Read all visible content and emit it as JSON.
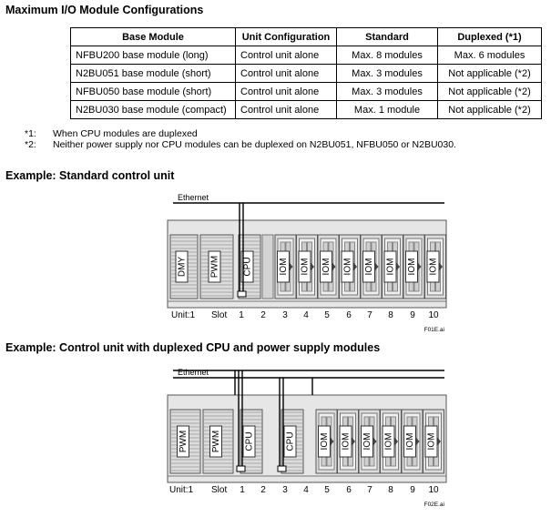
{
  "headings": {
    "max_config": "Maximum I/O Module Configurations",
    "example1": "Example: Standard control unit",
    "example2": "Example: Control unit with duplexed CPU and power supply modules"
  },
  "table": {
    "headers": [
      "Base Module",
      "Unit Configuration",
      "Standard",
      "Duplexed (*1)"
    ],
    "rows": [
      [
        "NFBU200 base module (long)",
        "Control unit alone",
        "Max. 8 modules",
        "Max. 6 modules"
      ],
      [
        "N2BU051 base module (short)",
        "Control unit alone",
        "Max. 3 modules",
        "Not applicable (*2)"
      ],
      [
        "NFBU050 base module (short)",
        "Control unit alone",
        "Max. 3 modules",
        "Not applicable (*2)"
      ],
      [
        "N2BU030 base module (compact)",
        "Control unit alone",
        "Max. 1 module",
        "Not applicable (*2)"
      ]
    ]
  },
  "notes": [
    {
      "key": "*1:",
      "text": "When CPU modules are duplexed"
    },
    {
      "key": "*2:",
      "text": "Neither power supply nor CPU modules can be duplexed on N2BU051, NFBU050 or N2BU030."
    }
  ],
  "diagram1": {
    "ethernet_label": "Ethernet",
    "modules": [
      "DMY",
      "PWM",
      "CPU",
      "IOM",
      "IOM",
      "IOM",
      "IOM",
      "IOM",
      "IOM",
      "IOM",
      "IOM"
    ],
    "axis_labels": [
      "Unit:1",
      "Slot",
      "1",
      "2",
      "3",
      "4",
      "5",
      "6",
      "7",
      "8",
      "9",
      "10"
    ],
    "figure_id": "F01E.ai"
  },
  "diagram2": {
    "ethernet_label": "Ethernet",
    "modules": [
      "PWM",
      "PWM",
      "CPU",
      "CPU",
      "IOM",
      "IOM",
      "IOM",
      "IOM",
      "IOM",
      "IOM"
    ],
    "axis_labels": [
      "Unit:1",
      "Slot",
      "1",
      "2",
      "3",
      "4",
      "5",
      "6",
      "7",
      "8",
      "9",
      "10"
    ],
    "figure_id": "F02E.ai"
  }
}
